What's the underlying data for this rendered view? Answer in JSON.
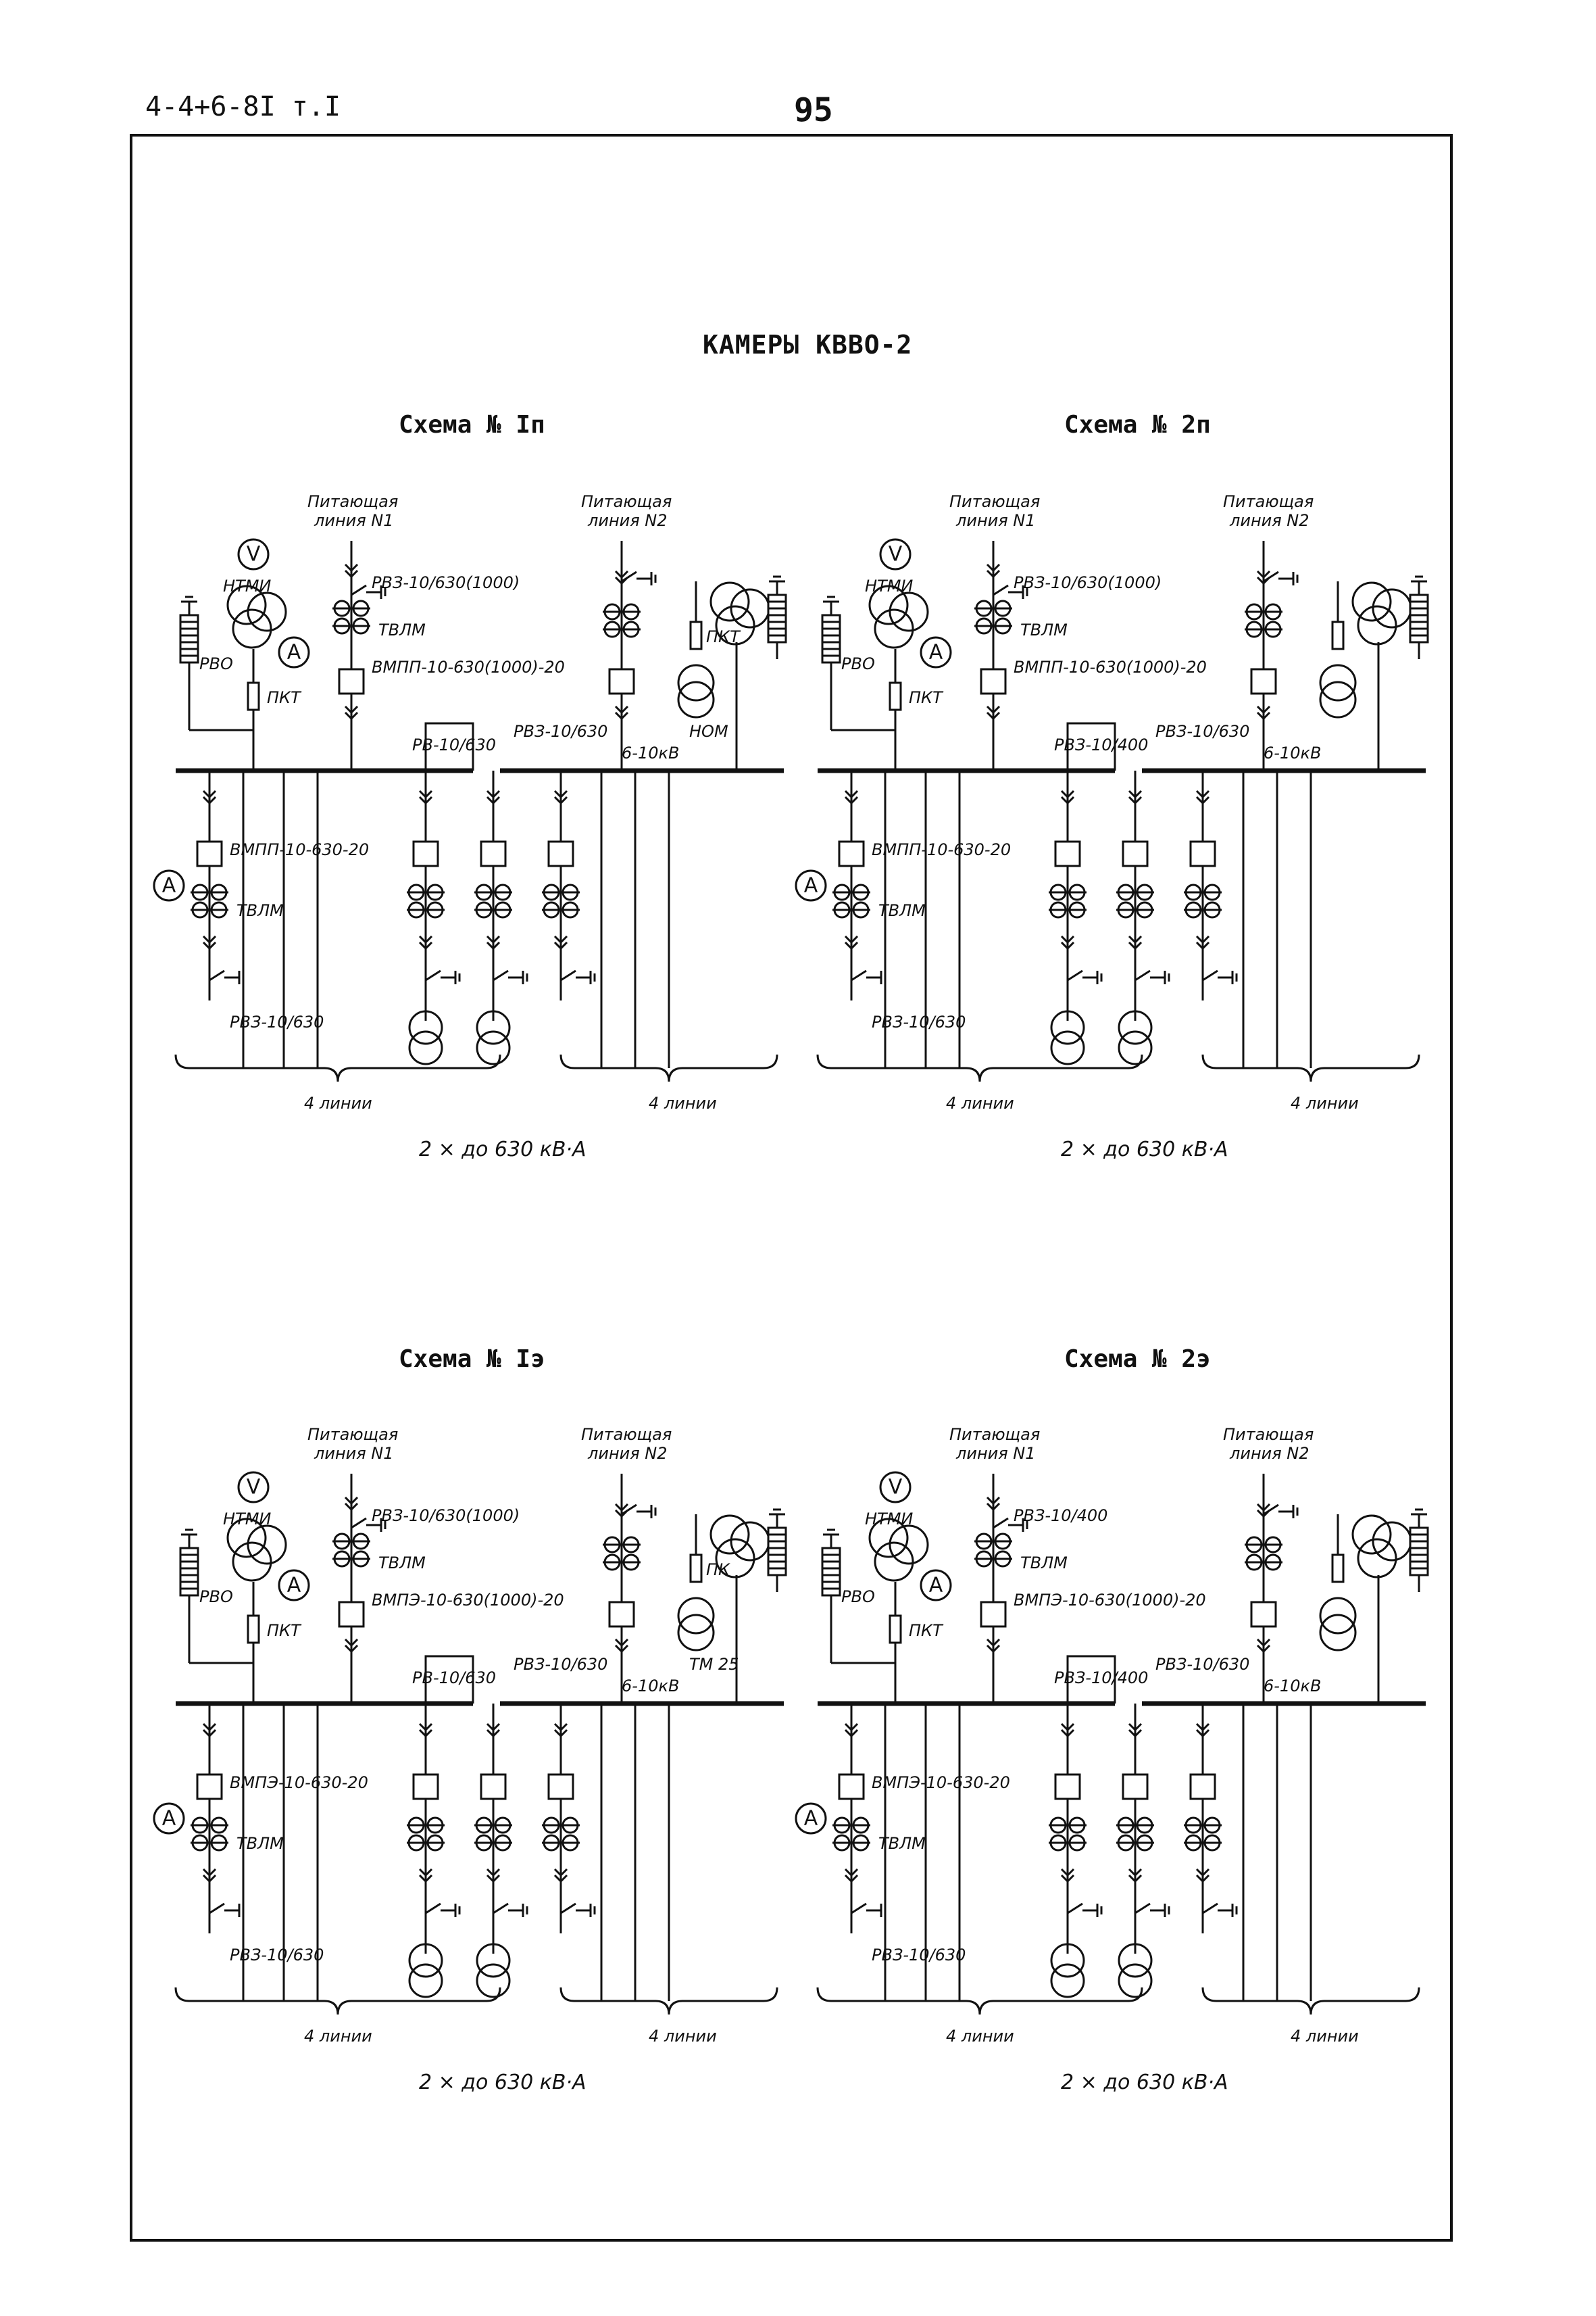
{
  "header": {
    "doc_code": "4-4+6-8I т.I",
    "page_number": "95"
  },
  "title": "КАМЕРЫ КВВО-2",
  "schemes": [
    {
      "title": "Схема № Iп",
      "feed_1": "Питающая линия N1",
      "feed_2": "Питающая линия N2",
      "l_ntmi": "НТМИ",
      "l_v": "V",
      "l_a": "A",
      "l_rvo": "РВО",
      "l_pkt": "ПКТ",
      "l_rvz_top": "РВЗ-10/630(1000)",
      "l_tvlm": "ТВЛМ",
      "l_vmp_in": "ВМПП-10-630(1000)-20",
      "l_rv_sec": "РВ-10/630",
      "l_rvz_sec": "РВЗ-10/630",
      "l_bus_v": "6-10кВ",
      "l_right_a": "ПКТ",
      "l_right_b": "НОМ",
      "l_vmp_out": "ВМПП-10-630-20",
      "l_rvz_out": "РВЗ-10/630",
      "l_lines_l": "4 линии",
      "l_lines_r": "4 линии",
      "l_caption": "2 × до 630 кВ·А"
    },
    {
      "title": "Схема № 2п",
      "feed_1": "Питающая линия N1",
      "feed_2": "Питающая линия N2",
      "l_ntmi": "НТМИ",
      "l_v": "V",
      "l_a": "A",
      "l_rvo": "РВО",
      "l_pkt": "ПКТ",
      "l_rvz_top": "РВЗ-10/630(1000)",
      "l_tvlm": "ТВЛМ",
      "l_vmp_in": "ВМПП-10-630(1000)-20",
      "l_rv_sec": "РВЗ-10/400",
      "l_rvz_sec": "РВЗ-10/630",
      "l_bus_v": "6-10кВ",
      "l_right_a": "",
      "l_right_b": "",
      "l_vmp_out": "ВМПП-10-630-20",
      "l_rvz_out": "РВЗ-10/630",
      "l_lines_l": "4 линии",
      "l_lines_r": "4 линии",
      "l_caption": "2 × до 630 кВ·А"
    },
    {
      "title": "Схема № Iэ",
      "feed_1": "Питающая линия N1",
      "feed_2": "Питающая линия N2",
      "l_ntmi": "НТМИ",
      "l_v": "V",
      "l_a": "A",
      "l_rvo": "РВО",
      "l_pkt": "ПКТ",
      "l_rvz_top": "РВЗ-10/630(1000)",
      "l_tvlm": "ТВЛМ",
      "l_vmp_in": "ВМПЭ-10-630(1000)-20",
      "l_rv_sec": "РВ-10/630",
      "l_rvz_sec": "РВЗ-10/630",
      "l_bus_v": "6-10кВ",
      "l_right_a": "ПК",
      "l_right_b": "ТМ 25",
      "l_vmp_out": "ВМПЭ-10-630-20",
      "l_rvz_out": "РВЗ-10/630",
      "l_lines_l": "4 линии",
      "l_lines_r": "4 линии",
      "l_caption": "2 × до 630 кВ·А"
    },
    {
      "title": "Схема № 2э",
      "feed_1": "Питающая линия N1",
      "feed_2": "Питающая линия N2",
      "l_ntmi": "НТМИ",
      "l_v": "V",
      "l_a": "A",
      "l_rvo": "РВО",
      "l_pkt": "ПКТ",
      "l_rvz_top": "РВЗ-10/400",
      "l_tvlm": "ТВЛМ",
      "l_vmp_in": "ВМПЭ-10-630(1000)-20",
      "l_rv_sec": "РВЗ-10/400",
      "l_rvz_sec": "РВЗ-10/630",
      "l_bus_v": "6-10кВ",
      "l_right_a": "",
      "l_right_b": "",
      "l_vmp_out": "ВМПЭ-10-630-20",
      "l_rvz_out": "РВЗ-10/630",
      "l_lines_l": "4 линии",
      "l_lines_r": "4 линии",
      "l_caption": "2 × до 630 кВ·А"
    }
  ]
}
